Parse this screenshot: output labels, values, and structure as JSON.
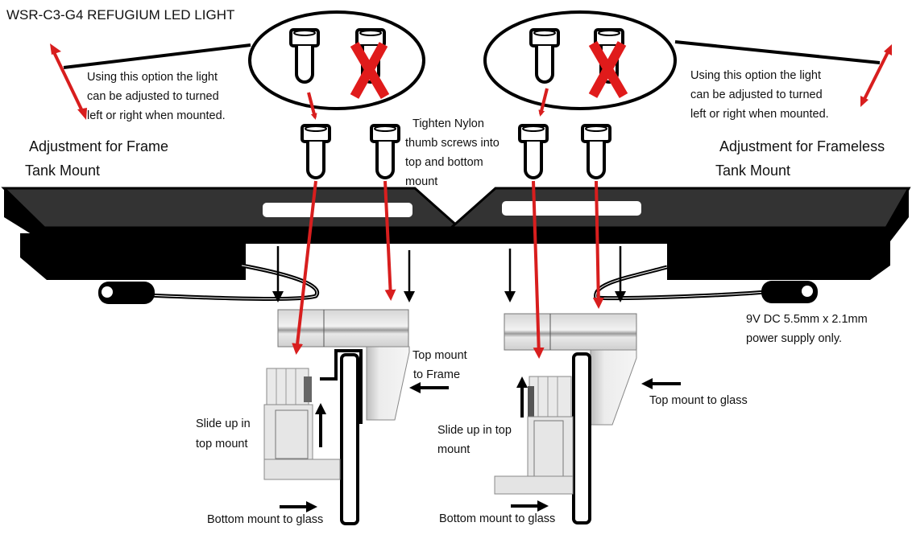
{
  "diagram": {
    "title": "WSR-C3-G4 REFUGIUM LED LIGHT",
    "colors": {
      "arrow_red": "#d81e1e",
      "ink": "#000000",
      "light_top": "#333333",
      "light_body": "#000000",
      "mount_fill": "#e2e2e2",
      "mount_stroke": "#8a8a8a"
    },
    "left": {
      "heading_line1": "Adjustment for Frame",
      "heading_line2": "Tank Mount",
      "option_note": [
        "Using this option the light",
        "can be adjusted to turned",
        "left or right when mounted."
      ],
      "top_mount_label": [
        "Top mount",
        "to Frame"
      ],
      "slide_label": [
        "Slide up in",
        "top mount"
      ],
      "bottom_label": "Bottom mount to glass"
    },
    "right": {
      "heading_line1": "Adjustment for Frameless",
      "heading_line2": "Tank Mount",
      "option_note": [
        "Using this option the light",
        "can be adjusted to turned",
        "left or right when mounted."
      ],
      "top_mount_label": "Top mount to glass",
      "slide_label": [
        "Slide up in top",
        "mount"
      ],
      "bottom_label": "Bottom mount to glass"
    },
    "center_note": [
      "Tighten Nylon",
      "thumb screws into",
      "top and bottom",
      "mount"
    ],
    "power_note": [
      "9V DC 5.5mm x 2.1mm",
      "power supply only."
    ],
    "icons": [
      "thumb-screw-icon",
      "rejected-x-icon",
      "dc-plug-icon",
      "double-arrow-icon"
    ]
  }
}
